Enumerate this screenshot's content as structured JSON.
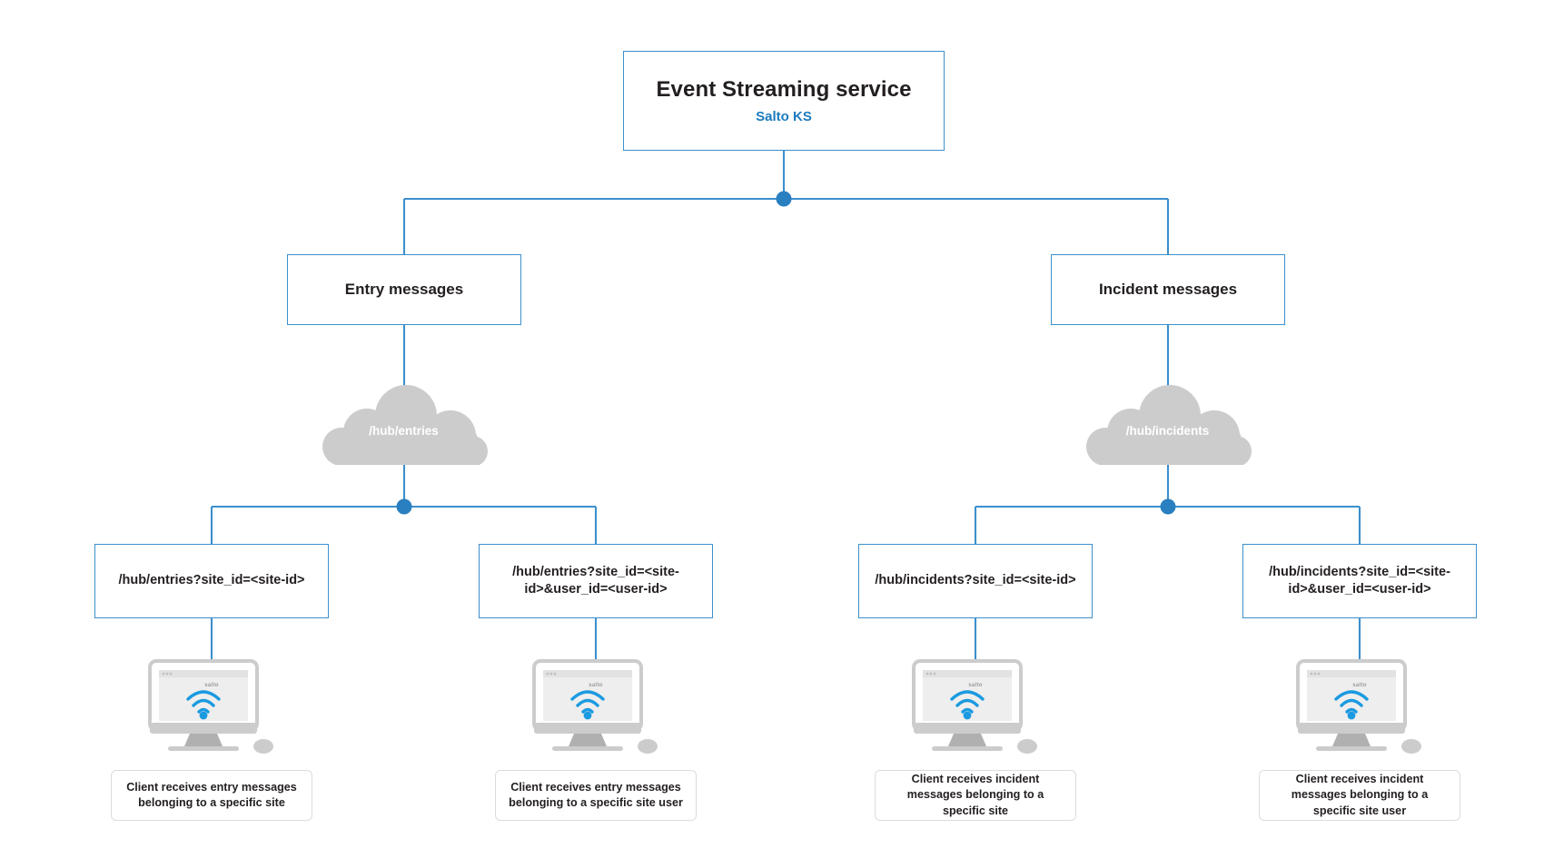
{
  "diagram": {
    "type": "hierarchical-tree",
    "background_color": "#ffffff",
    "accent_color": "#3d8fcc",
    "link_color": "#1b7bbd",
    "cloud_color": "#cccccc",
    "root": {
      "title": "Event Streaming service",
      "subtitle": "Salto KS"
    },
    "branches": [
      {
        "id": "entry",
        "label": "Entry messages",
        "cloud_label": "/hub/entries",
        "endpoints": [
          {
            "url": "/hub/entries?site_id=<site-id>",
            "caption": "Client receives entry messages belonging to a specific site",
            "screen_logo": "salto",
            "icon": "wifi-icon"
          },
          {
            "url": "/hub/entries?site_id=<site-id>&user_id=<user-id>",
            "caption": "Client receives entry messages belonging to a specific site user",
            "screen_logo": "salto",
            "icon": "wifi-icon"
          }
        ]
      },
      {
        "id": "incident",
        "label": "Incident messages",
        "cloud_label": "/hub/incidents",
        "endpoints": [
          {
            "url": "/hub/incidents?site_id=<site-id>",
            "caption": "Client receives incident messages belonging to a specific site",
            "screen_logo": "salto",
            "icon": "wifi-icon"
          },
          {
            "url": "/hub/incidents?site_id=<site-id>&user_id=<user-id>",
            "caption": "Client receives incident messages belonging to a specific site user",
            "screen_logo": "salto",
            "icon": "wifi-icon"
          }
        ]
      }
    ]
  }
}
